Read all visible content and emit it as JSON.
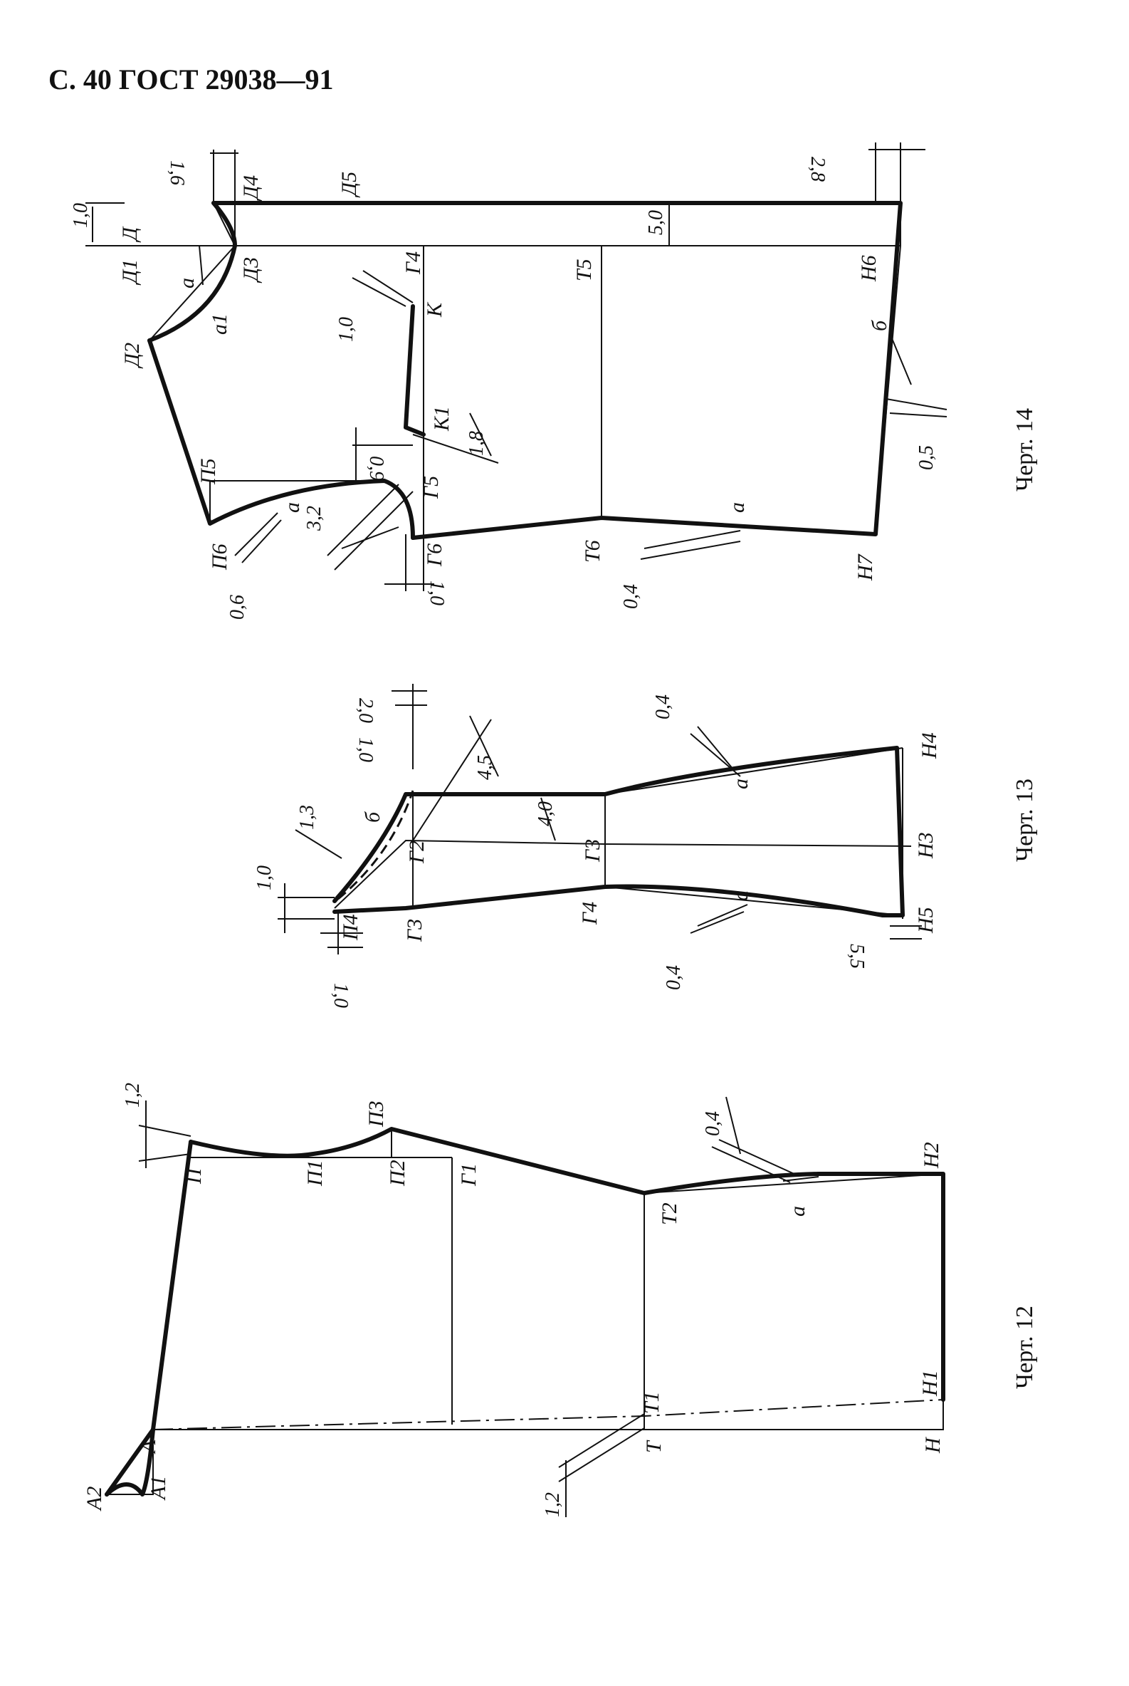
{
  "header": {
    "text": "С. 40 ГОСТ 29038—91"
  },
  "fig12": {
    "caption": "Черт. 12",
    "labels": [
      "А",
      "А1",
      "А2",
      "П",
      "П1",
      "П2",
      "П3",
      "Г1",
      "Т",
      "Т1",
      "Т2",
      "Н",
      "Н1",
      "Н2",
      "а"
    ],
    "dims": [
      "1,2",
      "0,4",
      "1,2"
    ]
  },
  "fig13": {
    "caption": "Черт. 13",
    "labels": [
      "П4",
      "Г3",
      "Г2",
      "б",
      "Г3",
      "Г4",
      "а",
      "а",
      "Н3",
      "Н4",
      "Н5"
    ],
    "dims": [
      "1,0",
      "1,0",
      "1,3",
      "1,0",
      "2,0",
      "4,5",
      "4,0",
      "0,4",
      "0,4",
      "5,5"
    ]
  },
  "fig14": {
    "caption": "Черт. 14",
    "labels": [
      "Д",
      "Д1",
      "Д2",
      "Д3",
      "Д4",
      "Д5",
      "а",
      "а1",
      "Г4",
      "К",
      "К1",
      "Г5",
      "Г6",
      "Т5",
      "Т6",
      "П5",
      "П6",
      "а",
      "Н6",
      "Н7",
      "б",
      "а"
    ],
    "dims": [
      "1,0",
      "1,6",
      "5,0",
      "2,8",
      "1,0",
      "1,8",
      "0,9",
      "3,2",
      "0,6",
      "1,0",
      "0,4",
      "0,5"
    ]
  }
}
